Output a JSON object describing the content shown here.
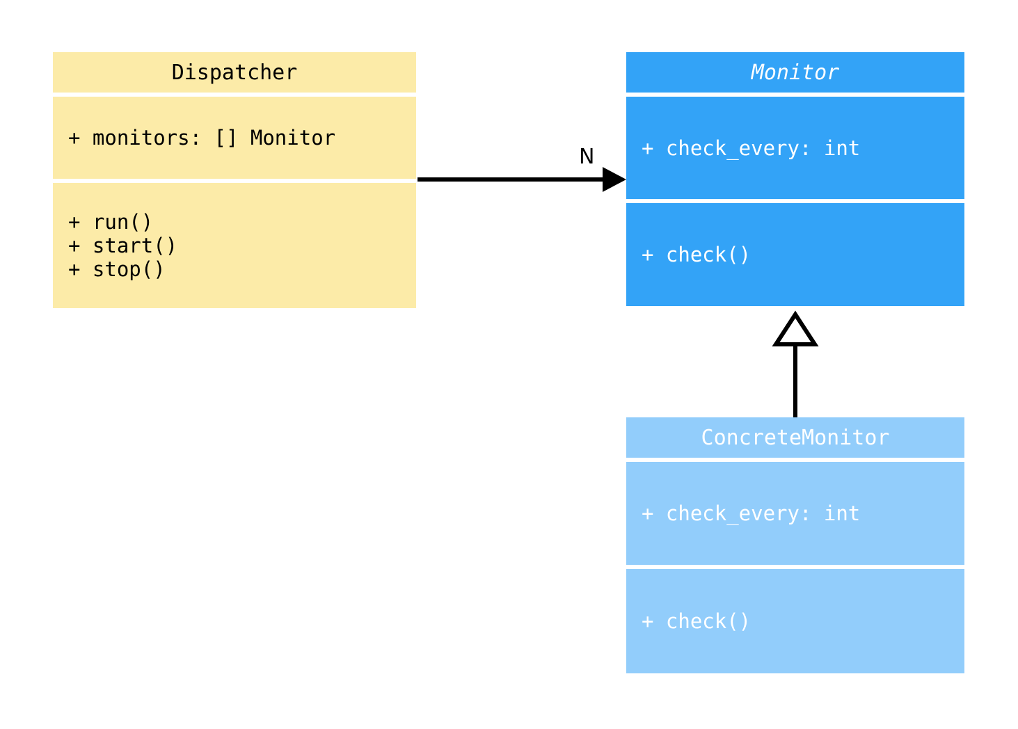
{
  "diagram": {
    "type": "uml-class-diagram",
    "background_color": "#ffffff"
  },
  "classes": [
    {
      "id": "dispatcher",
      "name": "Dispatcher",
      "abstract": false,
      "fill_color": "#fceba8",
      "text_color": "#000000",
      "attributes": [
        "+ monitors: [] Monitor"
      ],
      "methods": [
        "+ run()",
        "+ start()",
        "+ stop()"
      ]
    },
    {
      "id": "monitor",
      "name": "Monitor",
      "abstract": true,
      "fill_color": "#33a3f7",
      "text_color": "#ffffff",
      "attributes": [
        "+ check_every: int"
      ],
      "methods": [
        "+ check()"
      ]
    },
    {
      "id": "concretemonitor",
      "name": "ConcreteMonitor",
      "abstract": false,
      "fill_color": "#92cdfb",
      "text_color": "#ffffff",
      "attributes": [
        "+ check_every: int"
      ],
      "methods": [
        "+ check()"
      ]
    }
  ],
  "relationships": [
    {
      "id": "dispatcher-to-monitor",
      "kind": "association",
      "from": "Dispatcher",
      "to": "Monitor",
      "arrowhead": "solid-filled-triangle",
      "multiplicity_label": "N",
      "line_color": "#000000"
    },
    {
      "id": "concretemonitor-to-monitor",
      "kind": "generalization",
      "from": "ConcreteMonitor",
      "to": "Monitor",
      "arrowhead": "hollow-triangle",
      "multiplicity_label": "",
      "line_color": "#000000"
    }
  ]
}
